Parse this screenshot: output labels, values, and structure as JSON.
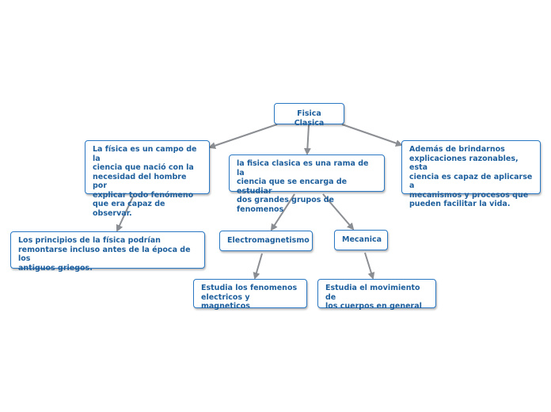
{
  "map": {
    "root": "Fisica Clasica",
    "left": "La física es un campo de la\nciencia que nació con la\nnecesidad del hombre por\nexplicar todo fenómeno\nque era capaz de observar.",
    "middle": "la fisica clasica es una rama de la\nciencia que se encarga de estudiar\ndos grandes grupos de fenomenos",
    "right": "Además de brindarnos\nexplicaciones razonables, esta\nciencia es capaz de aplicarse a\nmecanismos y procesos que\npueden facilitar la vida.",
    "greek": "Los principios de la física podrían\nremontarse incluso antes de la época de los\nantiguos griegos.",
    "electro": "Electromagnetismo",
    "mecanica": "Mecanica",
    "electro_desc": "Estudia los fenomenos\nelectricos y magneticos",
    "mecanica_desc": "Estudia el movimiento de\nlos cuerpos en general"
  },
  "colors": {
    "node_border": "#2a78c3",
    "node_text": "#1d5e9c",
    "connector": "#8a8d92"
  }
}
